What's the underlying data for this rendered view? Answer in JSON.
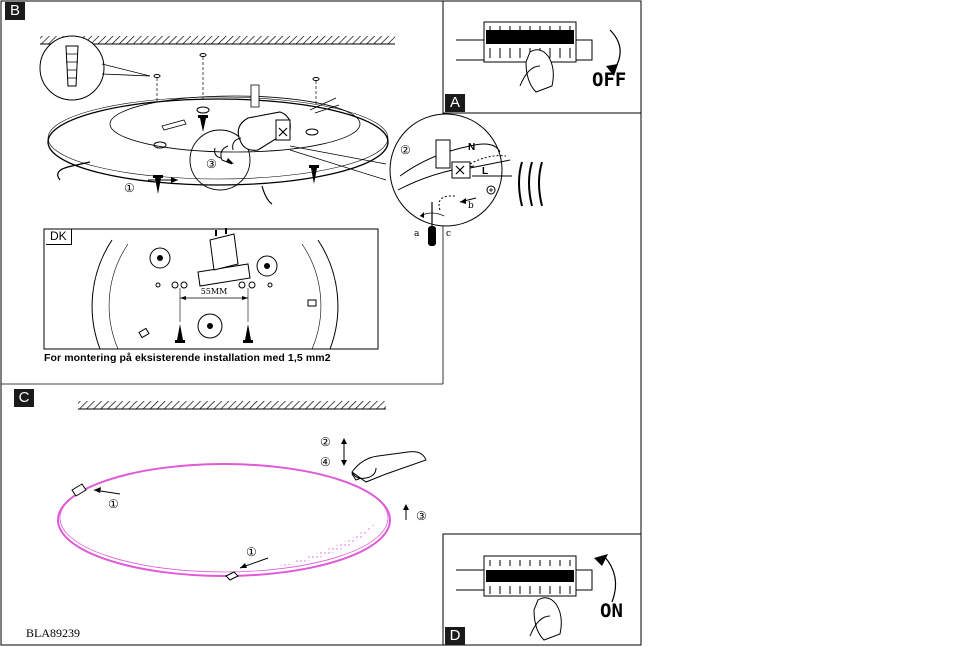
{
  "panels": {
    "b": {
      "letter": "B"
    },
    "a": {
      "letter": "A",
      "switch_label": "OFF"
    },
    "c": {
      "letter": "C"
    },
    "d": {
      "letter": "D",
      "switch_label": "ON"
    }
  },
  "dk_detail": {
    "tag": "DK",
    "dimension": "55MM",
    "caption": "For montering på  eksisterende installation med 1,5 mm2"
  },
  "wiring": {
    "neutral": "N",
    "live": "L",
    "a": "a",
    "b": "b",
    "c": "c"
  },
  "steps": {
    "s1": "①",
    "s2": "②",
    "s3": "③",
    "s4": "④"
  },
  "document_code": "BLA89239",
  "colors": {
    "ring": "#e05ad8",
    "line": "#000000",
    "label_bg": "#1a1a1a"
  }
}
